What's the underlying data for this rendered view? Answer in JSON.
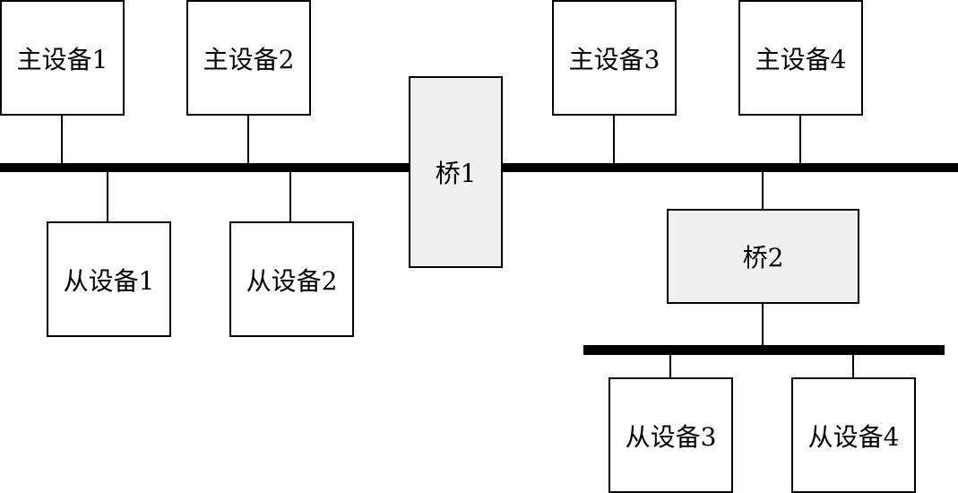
{
  "buses": {
    "main_bus": "",
    "sub_bus": ""
  },
  "devices": {
    "master_1": "主设备1",
    "master_2": "主设备2",
    "master_3": "主设备3",
    "master_4": "主设备4",
    "slave_1": "从设备1",
    "slave_2": "从设备2",
    "slave_3": "从设备3",
    "slave_4": "从设备4",
    "bridge_1": "桥1",
    "bridge_2": "桥2"
  },
  "colors": {
    "line": "#000000",
    "box_fill": "#ffffff",
    "bridge_fill": "#f0f0f0"
  }
}
